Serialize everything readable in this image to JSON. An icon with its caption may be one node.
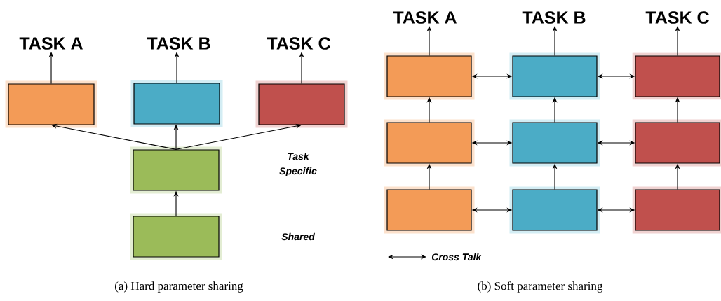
{
  "diagram": {
    "nodes": [
      {
        "text": [
          "TASK A"
        ]
      },
      {
        "text": [
          "TASK B"
        ]
      },
      {
        "text": [
          "TASK C"
        ]
      },
      {
        "text": [],
        "shape": "box"
      },
      {
        "text": [],
        "shape": "box"
      },
      {
        "text": [],
        "shape": "box"
      },
      {
        "text": [],
        "shape": "box"
      },
      {
        "text": [],
        "shape": "box"
      },
      {
        "text": [
          "TASK A"
        ]
      },
      {
        "text": [
          "TASK B"
        ]
      },
      {
        "text": [
          "TASK C"
        ]
      },
      {
        "text": [],
        "shape": "box"
      },
      {
        "text": [],
        "shape": "box"
      },
      {
        "text": [],
        "shape": "box"
      },
      {
        "text": [],
        "shape": "box"
      },
      {
        "text": [],
        "shape": "box"
      },
      {
        "text": [],
        "shape": "box"
      },
      {
        "text": [],
        "shape": "box"
      },
      {
        "text": [],
        "shape": "box"
      },
      {
        "text": [],
        "shape": "box"
      }
    ],
    "edges": [
      {
        "from": 7,
        "to": 6,
        "arrow": "to"
      },
      {
        "from": 6,
        "to": 3,
        "arrow": "to"
      },
      {
        "from": 6,
        "to": 4,
        "arrow": "to"
      },
      {
        "from": 6,
        "to": 5,
        "arrow": "to"
      },
      {
        "from": 3,
        "to": 0,
        "arrow": "to"
      },
      {
        "from": 4,
        "to": 1,
        "arrow": "to"
      },
      {
        "from": 5,
        "to": 2,
        "arrow": "to"
      },
      {
        "from": 11,
        "to": 8,
        "arrow": "to"
      },
      {
        "from": 12,
        "to": 9,
        "arrow": "to"
      },
      {
        "from": 13,
        "to": 10,
        "arrow": "to"
      },
      {
        "from": 11,
        "to": 12,
        "arrow": "both"
      },
      {
        "from": 12,
        "to": 13,
        "arrow": "both"
      },
      {
        "from": 14,
        "to": 11,
        "arrow": "to"
      },
      {
        "from": 15,
        "to": 12,
        "arrow": "to"
      },
      {
        "from": 16,
        "to": 13,
        "arrow": "to"
      },
      {
        "from": 14,
        "to": 15,
        "arrow": "both"
      },
      {
        "from": 15,
        "to": 16,
        "arrow": "both"
      },
      {
        "from": 17,
        "to": 14,
        "arrow": "to"
      },
      {
        "from": 18,
        "to": 15,
        "arrow": "to"
      },
      {
        "from": 19,
        "to": 16,
        "arrow": "to"
      },
      {
        "from": 17,
        "to": 18,
        "arrow": "both"
      },
      {
        "from": 18,
        "to": 19,
        "arrow": "both"
      }
    ],
    "labels": [
      "Task Specific",
      "Shared",
      "(a) Hard parameter sharing",
      "(b) Soft parameter sharing"
    ],
    "legend": [
      {
        "text": "Cross Talk"
      }
    ]
  }
}
